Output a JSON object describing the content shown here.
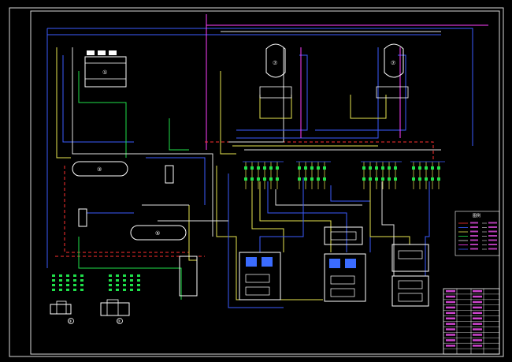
{
  "colors": {
    "background": "#000000",
    "frame": "#ffffff",
    "pipe_blue": "#3b5cff",
    "pipe_yellow": "#e8e650",
    "pipe_green": "#1fe04a",
    "pipe_red": "#ff3030",
    "pipe_white": "#e0e0e0",
    "pipe_magenta": "#ff40ff",
    "equipment": "#ffffff",
    "text_green": "#33ff66",
    "text_magenta": "#ff55ff"
  },
  "equipment": {
    "cooling_tower_mark": "①",
    "tank1_mark": "③",
    "tank2_mark": "⑤",
    "dryer_left_mark": "⑦",
    "dryer_right_mark": "⑦",
    "pump1_mark": "③",
    "pump2_mark": "②"
  },
  "legend": {
    "title": "图例"
  },
  "title_block": {
    "rows": 12
  }
}
